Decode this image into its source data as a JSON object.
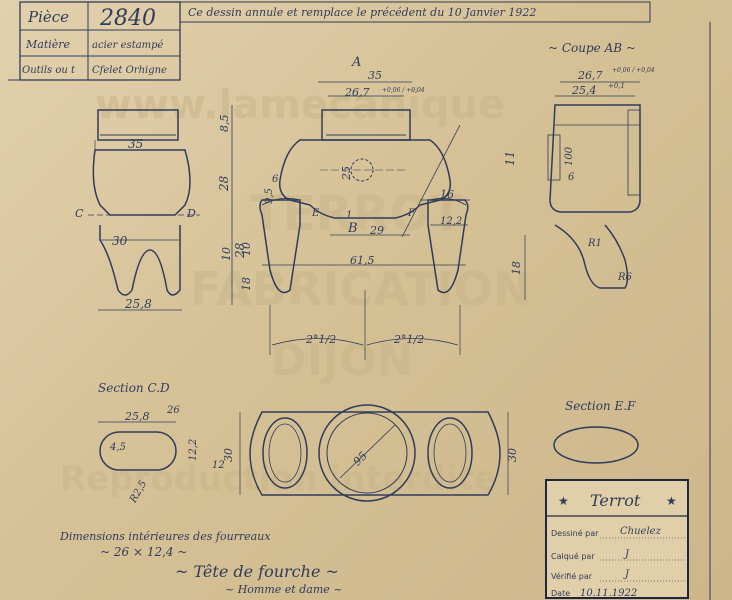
{
  "header": {
    "piece_label": "Pièce",
    "piece_number": "2840",
    "matiere_label": "Matière",
    "matiere_value": "acier estampé",
    "outils_label": "Outils ou t",
    "outils_value": "Cfelet Orhigne",
    "note": "Ce dessin annule et remplace le précédent du 10 Janvier 1922"
  },
  "views": {
    "coupe_ab_title": "~ Coupe AB ~",
    "section_cd_title": "Section C.D",
    "section_ef_title": "Section E.F",
    "label_a": "A",
    "label_b": "B",
    "label_c": "C",
    "label_d": "D",
    "label_e": "E",
    "label_f": "F"
  },
  "dims": {
    "d35_top": "35",
    "d26_7_top": "26,7",
    "d26_7_tol": "+0,06 / +0,04",
    "d8_5": "8,5",
    "d35_left": "35",
    "d28_a": "28",
    "d28_b": "28",
    "d25": "25",
    "d9_5": "9,5",
    "d6": "6",
    "d16": "16",
    "d12_2": "12,2",
    "d10_left": "10",
    "d18_left": "18",
    "d10_mid": "10",
    "d29": "29",
    "d1": "1",
    "d61_5": "61,5",
    "d30": "30",
    "d25_8_bottom": "25,8",
    "d2_half_l": "2°1/2",
    "d2_half_r": "2°1/2",
    "right_26_7": "26,7",
    "right_26_7_tol": "+0,06 / +0,04",
    "right_25_4": "25,4",
    "right_25_4_tol": "+0,1",
    "d11": "11",
    "d100": "100",
    "d6_right": "6",
    "r1": "R1",
    "d18_right": "18",
    "r6": "R6",
    "s_25_8": "25,8",
    "s_26": "26",
    "s_4_5": "4,5",
    "s_12_2": "12,2",
    "s_12": "12",
    "r2_5": "R2,5",
    "top_30_l": "30",
    "top_95": "95",
    "top_30_r": "30"
  },
  "notes": {
    "interior_dims": "Dimensions intérieures des fourreaux",
    "interior_value": "~ 26 × 12,4 ~",
    "title": "~ Tête de fourche ~",
    "subtitle": "~ Homme et dame ~"
  },
  "watermark": {
    "line1": "www.lamecanique",
    "line2": "TERROT",
    "line3": "FABRICATION",
    "line4": "DIJON",
    "line5": "Reproduction interdite"
  },
  "titleblock": {
    "brand": "Terrot",
    "dessine_label": "Dessiné par",
    "dessine_value": "Chuelez",
    "calque_label": "Calqué par",
    "calque_value": "J",
    "verifie_label": "Vérifié par",
    "verifie_value": "J",
    "date_label": "Date",
    "date_value": "10.11.1922"
  },
  "colors": {
    "paper": "#d9c6a0",
    "ink": "#2f3c5a",
    "hatch": "#b0603a"
  }
}
